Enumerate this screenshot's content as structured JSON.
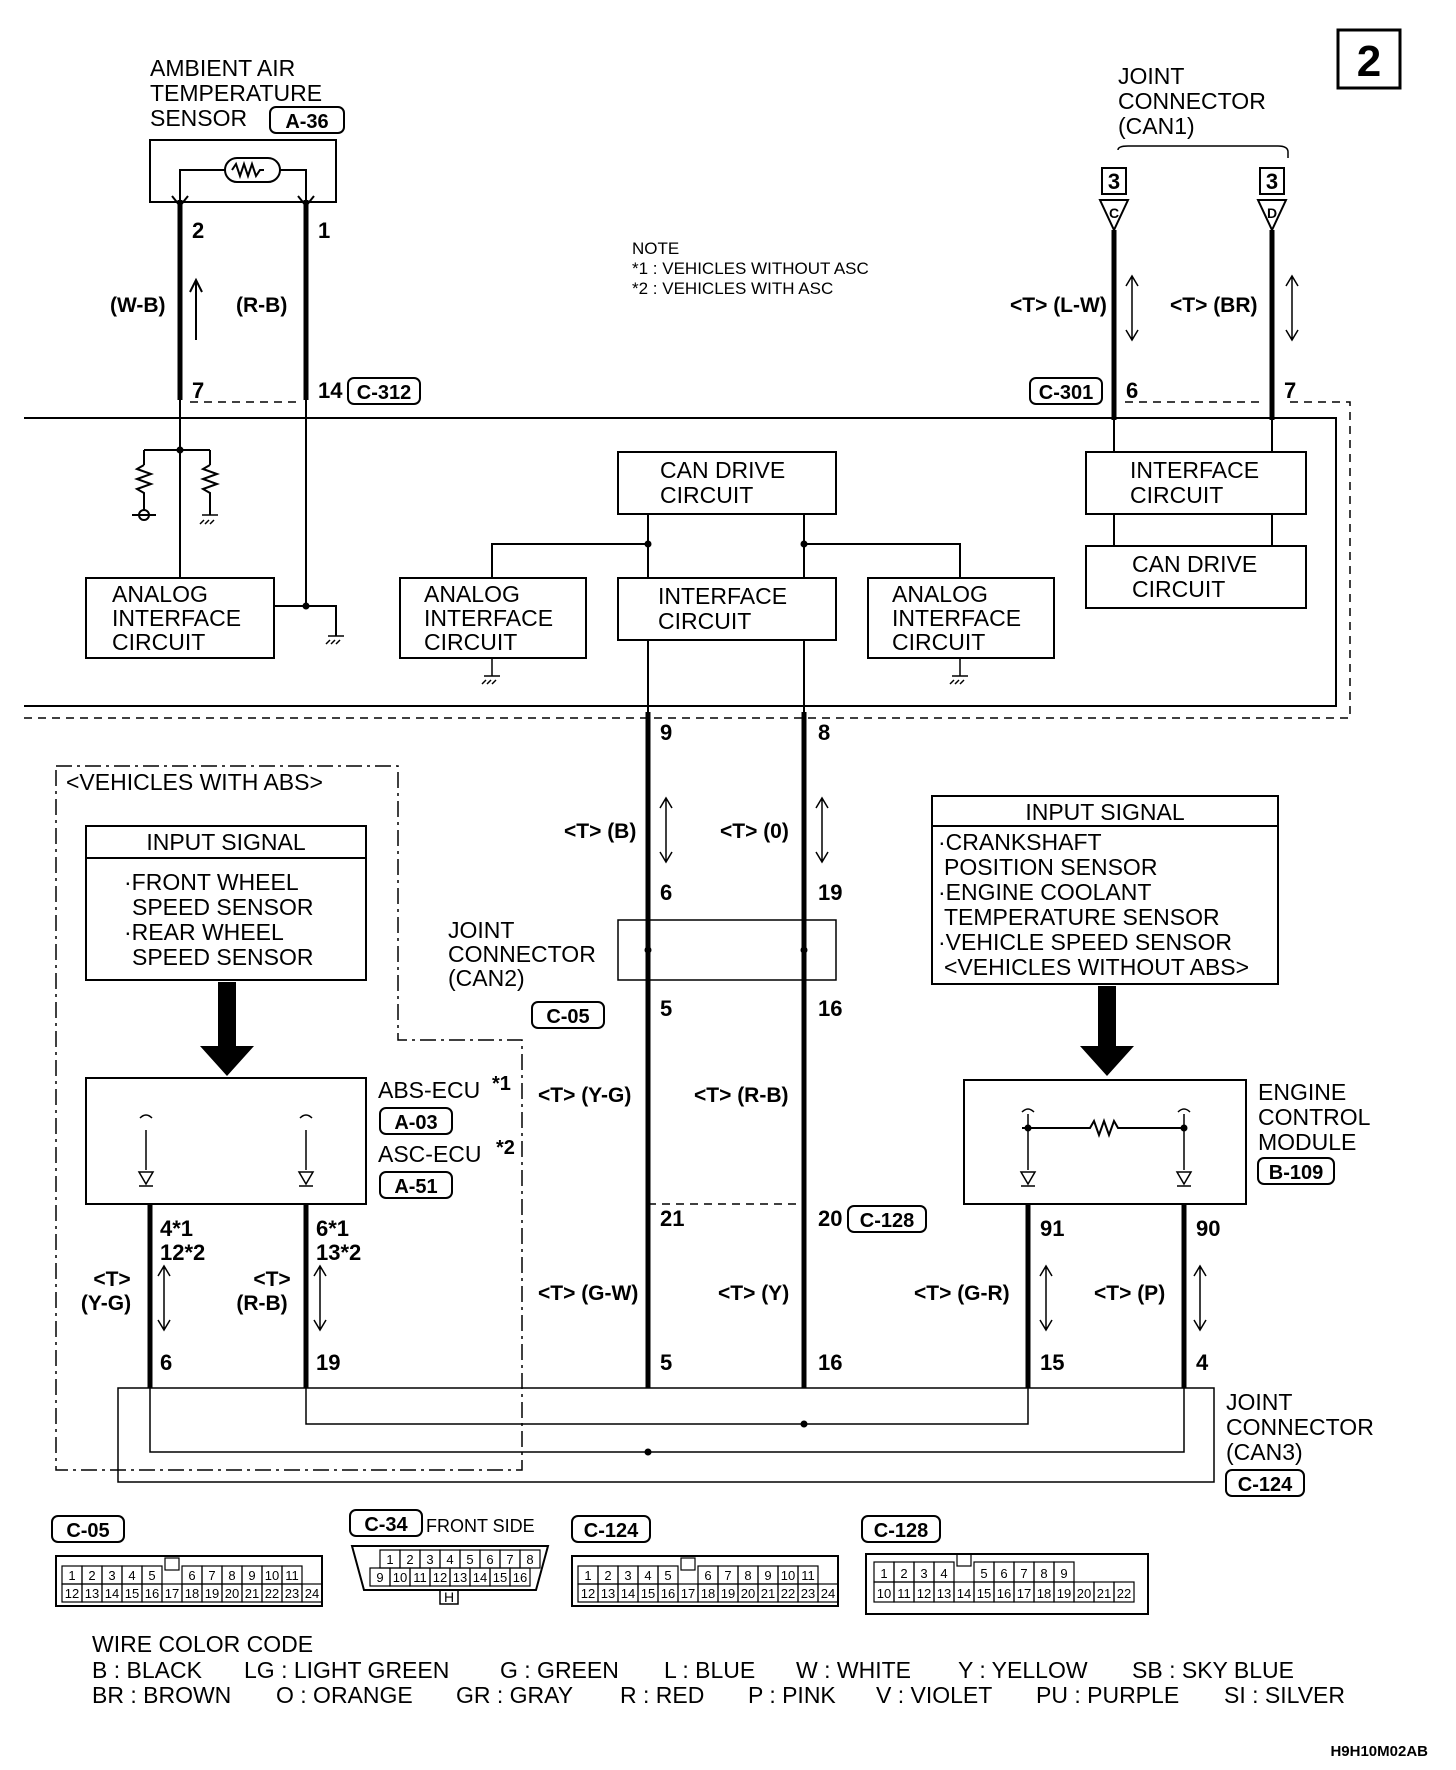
{
  "page_number": "2",
  "diagram_code": "H9H10M02AB",
  "note": {
    "title": "NOTE",
    "lines": [
      "*1 : VEHICLES WITHOUT ASC",
      "*2 : VEHICLES WITH ASC"
    ]
  },
  "components": {
    "ambient_sensor": {
      "lines": [
        "AMBIENT AIR",
        "TEMPERATURE",
        "SENSOR"
      ],
      "connector": "A-36",
      "pins": [
        "2",
        "1"
      ],
      "wires": [
        "(W-B)",
        "(R-B)"
      ]
    },
    "joint_can1": {
      "lines": [
        "JOINT",
        "CONNECTOR",
        "(CAN1)"
      ],
      "tags": [
        "3",
        "3"
      ],
      "letters": [
        "C",
        "D"
      ],
      "wires": [
        "<T> (L-W)",
        "<T> (BR)"
      ]
    },
    "etacs": {
      "connector_left": "C-312",
      "connector_right": "C-301",
      "pins_left": [
        "7",
        "14"
      ],
      "pins_right": [
        "6",
        "7"
      ],
      "pins_bottom": [
        "9",
        "8"
      ],
      "can_drive_main": [
        "CAN DRIVE",
        "CIRCUIT"
      ],
      "interface_main": [
        "INTERFACE",
        "CIRCUIT"
      ],
      "interface_right": [
        "INTERFACE",
        "CIRCUIT"
      ],
      "can_drive_right": [
        "CAN DRIVE",
        "CIRCUIT"
      ],
      "analog": [
        "ANALOG",
        "INTERFACE",
        "CIRCUIT"
      ]
    },
    "can_wires_upper": [
      "<T> (B)",
      "<T> (0)"
    ],
    "joint_can2": {
      "lines": [
        "JOINT",
        "CONNECTOR",
        "(CAN2)"
      ],
      "connector": "C-05",
      "pins_top": [
        "6",
        "19"
      ],
      "pins_bottom": [
        "5",
        "16"
      ]
    },
    "can_wires_mid": [
      "<T> (Y-G)",
      "<T> (R-B)"
    ],
    "abs_area": {
      "label": "<VEHICLES WITH ABS>"
    },
    "abs_input": {
      "title": "INPUT SIGNAL",
      "items": [
        "·FRONT WHEEL",
        "SPEED SENSOR",
        "·REAR WHEEL",
        "SPEED SENSOR"
      ]
    },
    "abs_ecu": {
      "name1": "ABS-ECU",
      "sup1": "*1",
      "conn1": "A-03",
      "name2": "ASC-ECU",
      "sup2": "*2",
      "conn2": "A-51",
      "pins_left": [
        "4*1",
        "12*2"
      ],
      "pins_right": [
        "6*1",
        "13*2"
      ],
      "wire_left": [
        "<T>",
        "(Y-G)"
      ],
      "wire_right": [
        "<T>",
        "(R-B)"
      ],
      "bottom_pins": [
        "6",
        "19"
      ]
    },
    "eng_input": {
      "title": "INPUT SIGNAL",
      "items": [
        "·CRANKSHAFT",
        "POSITION SENSOR",
        "·ENGINE COOLANT",
        "TEMPERATURE SENSOR",
        "·VEHICLE SPEED SENSOR",
        "<VEHICLES WITHOUT ABS>"
      ]
    },
    "ecm": {
      "lines": [
        "ENGINE",
        "CONTROL",
        "MODULE"
      ],
      "connector": "B-109",
      "pins": [
        "91",
        "90"
      ],
      "wires": [
        "<T> (G-R)",
        "<T> (P)"
      ],
      "bottom_pins": [
        "15",
        "4"
      ]
    },
    "c128": {
      "connector": "C-128",
      "pins": [
        "21",
        "20"
      ],
      "wires": [
        "<T> (G-W)",
        "<T> (Y)"
      ],
      "bottom_pins": [
        "5",
        "16"
      ]
    },
    "joint_can3": {
      "lines": [
        "JOINT",
        "CONNECTOR",
        "(CAN3)"
      ],
      "connector": "C-124"
    }
  },
  "connector_views": {
    "c05": {
      "label": "C-05",
      "row1": [
        "1",
        "2",
        "3",
        "4",
        "5",
        "",
        "6",
        "7",
        "8",
        "9",
        "10",
        "11"
      ],
      "row2": [
        "12",
        "13",
        "14",
        "15",
        "16",
        "17",
        "18",
        "19",
        "20",
        "21",
        "22",
        "23",
        "24"
      ]
    },
    "c34": {
      "label": "C-34",
      "note": "FRONT SIDE",
      "row1": [
        "1",
        "2",
        "3",
        "4",
        "5",
        "6",
        "7",
        "8"
      ],
      "row2": [
        "9",
        "10",
        "11",
        "12",
        "13",
        "14",
        "15",
        "16"
      ],
      "key": "H"
    },
    "c124": {
      "label": "C-124",
      "row1": [
        "1",
        "2",
        "3",
        "4",
        "5",
        "",
        "6",
        "7",
        "8",
        "9",
        "10",
        "11"
      ],
      "row2": [
        "12",
        "13",
        "14",
        "15",
        "16",
        "17",
        "18",
        "19",
        "20",
        "21",
        "22",
        "23",
        "24"
      ]
    },
    "c128": {
      "label": "C-128",
      "row1": [
        "1",
        "2",
        "3",
        "4",
        "",
        "5",
        "6",
        "7",
        "8",
        "9"
      ],
      "row2": [
        "10",
        "11",
        "12",
        "13",
        "14",
        "15",
        "16",
        "17",
        "18",
        "19",
        "20",
        "21",
        "22"
      ]
    }
  },
  "wire_color_code": {
    "title": "WIRE COLOR CODE",
    "line1": [
      "B : BLACK",
      "LG : LIGHT GREEN",
      "G : GREEN",
      "L : BLUE",
      "W : WHITE",
      "Y : YELLOW",
      "SB : SKY BLUE"
    ],
    "line2": [
      "BR : BROWN",
      "O : ORANGE",
      "GR : GRAY",
      "R : RED",
      "P : PINK",
      "V : VIOLET",
      "PU : PURPLE",
      "SI : SILVER"
    ]
  }
}
